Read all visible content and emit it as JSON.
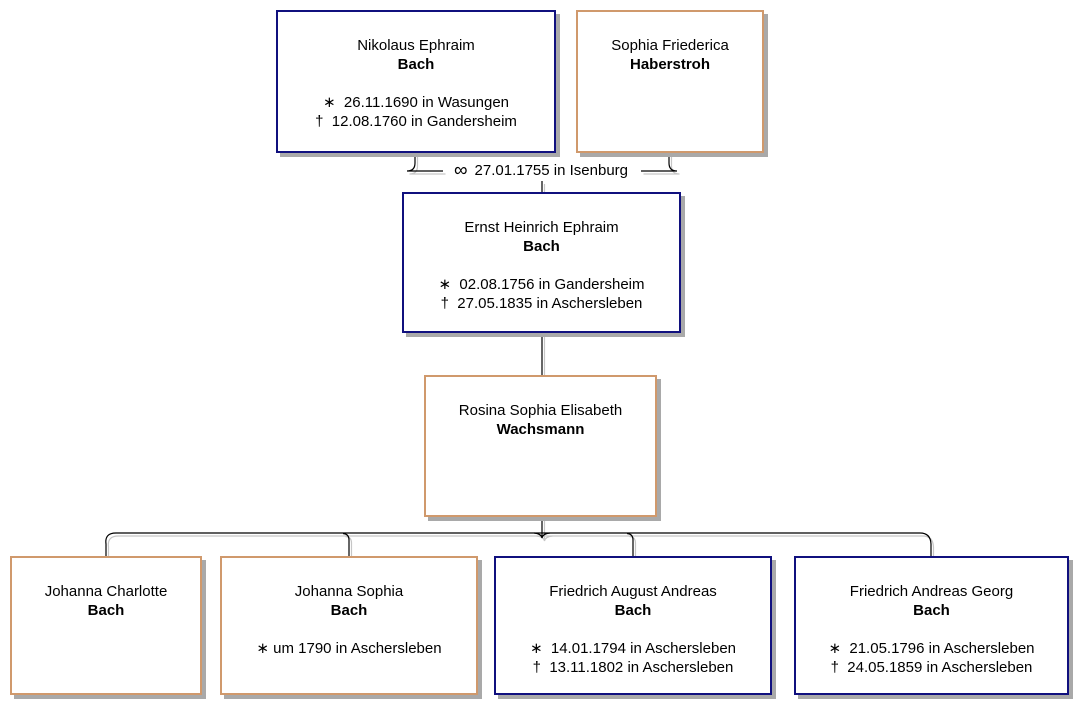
{
  "colors": {
    "male_border": "#10107e",
    "female_border": "#d0996c",
    "box_shadow": "#a9a9a9",
    "line": "#000000",
    "line_shadow": "#c6c6c6",
    "background": "#ffffff",
    "text": "#000000"
  },
  "marriage": {
    "symbol": "∞",
    "label": "27.01.1755 in Isenburg"
  },
  "persons": {
    "nikolaus": {
      "given": "Nikolaus Ephraim",
      "surname": "Bach",
      "birth": "∗  26.11.1690 in Wasungen",
      "death": "†  12.08.1760 in Gandersheim"
    },
    "sophia": {
      "given": "Sophia Friederica",
      "surname": "Haberstroh"
    },
    "ernst": {
      "given": "Ernst Heinrich Ephraim",
      "surname": "Bach",
      "birth": "∗  02.08.1756 in Gandersheim",
      "death": "†  27.05.1835 in Aschersleben"
    },
    "rosina": {
      "given": "Rosina Sophia Elisabeth",
      "surname": "Wachsmann"
    },
    "johanna_charlotte": {
      "given": "Johanna Charlotte",
      "surname": "Bach"
    },
    "johanna_sophia": {
      "given": "Johanna Sophia",
      "surname": "Bach",
      "birth": "∗ um 1790 in Aschersleben"
    },
    "friedrich_august": {
      "given": "Friedrich August Andreas",
      "surname": "Bach",
      "birth": "∗  14.01.1794 in Aschersleben",
      "death": "†  13.11.1802 in Aschersleben"
    },
    "friedrich_andreas": {
      "given": "Friedrich Andreas Georg",
      "surname": "Bach",
      "birth": "∗  21.05.1796 in Aschersleben",
      "death": "†  24.05.1859 in Aschersleben"
    }
  }
}
